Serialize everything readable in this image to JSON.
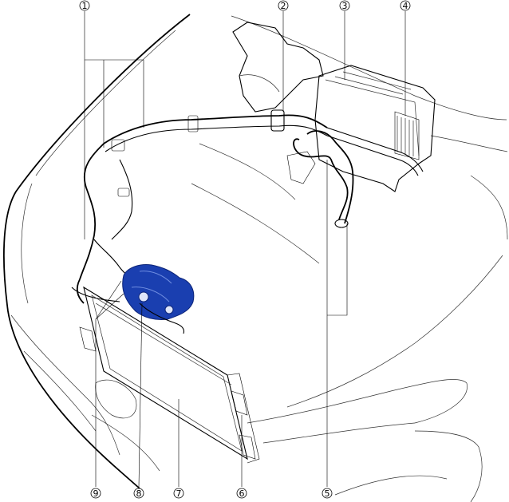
{
  "callouts": [
    {
      "id": "1",
      "label": "1"
    },
    {
      "id": "2",
      "label": "2"
    },
    {
      "id": "3",
      "label": "3"
    },
    {
      "id": "4",
      "label": "4"
    },
    {
      "id": "5",
      "label": "5"
    },
    {
      "id": "6",
      "label": "6"
    },
    {
      "id": "7",
      "label": "7"
    },
    {
      "id": "8",
      "label": "8"
    },
    {
      "id": "9",
      "label": "9"
    }
  ],
  "colors": {
    "line": "#000000",
    "compressor": "#1a3fb0",
    "compressor_dark": "#0c2478",
    "background": "#ffffff"
  },
  "icons": {
    "compressor": "ac-compressor-icon",
    "condenser": "condenser-icon",
    "heater_unit": "blower-unit-icon"
  }
}
